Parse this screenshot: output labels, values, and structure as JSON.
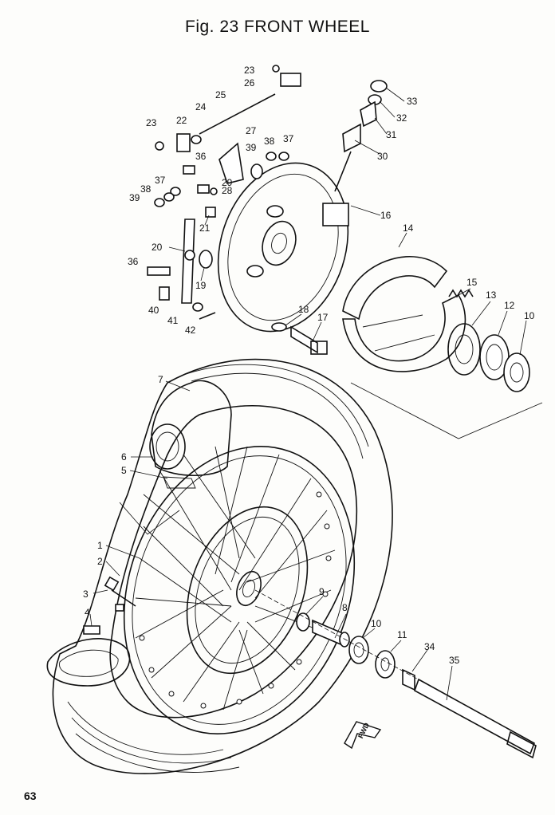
{
  "title": "Fig. 23 FRONT WHEEL",
  "page_number": "63",
  "fwd_marker": "FWD",
  "callouts": [
    "1",
    "2",
    "3",
    "4",
    "5",
    "6",
    "7",
    "8",
    "9",
    "10",
    "10",
    "11",
    "12",
    "13",
    "14",
    "15",
    "16",
    "17",
    "18",
    "19",
    "20",
    "21",
    "22",
    "23",
    "23",
    "24",
    "25",
    "26",
    "27",
    "28",
    "29",
    "30",
    "31",
    "32",
    "33",
    "34",
    "35",
    "36",
    "36",
    "37",
    "37",
    "38",
    "38",
    "39",
    "39",
    "40",
    "41",
    "42"
  ]
}
